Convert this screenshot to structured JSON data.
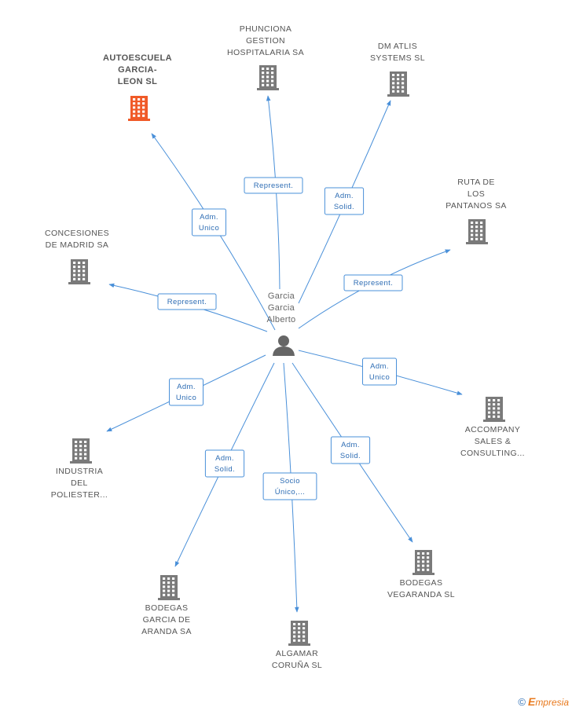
{
  "center": {
    "lines": [
      "Garcia",
      "Garcia",
      "Alberto"
    ],
    "icon": "person-icon"
  },
  "colors": {
    "edge": "#4a90d9",
    "building": "#7a7a7a",
    "building_main": "#f05a28",
    "person": "#666666"
  },
  "nodes": [
    {
      "id": "autoescuela",
      "lines": [
        "AUTOESCUELA",
        "GARCIA-",
        "LEON SL"
      ],
      "main": true,
      "relation": [
        "Adm.",
        "Unico"
      ]
    },
    {
      "id": "phunciona",
      "lines": [
        "PHUNCIONA",
        "GESTION",
        "HOSPITALARIA SA"
      ],
      "relation": [
        "Represent."
      ]
    },
    {
      "id": "dm-atlis",
      "lines": [
        "DM ATLIS",
        "SYSTEMS SL"
      ],
      "relation": [
        "Adm.",
        "Solid."
      ]
    },
    {
      "id": "ruta-pantanos",
      "lines": [
        "RUTA DE",
        "LOS",
        "PANTANOS SA"
      ],
      "relation": [
        "Represent."
      ]
    },
    {
      "id": "concesiones",
      "lines": [
        "CONCESIONES",
        "DE MADRID SA"
      ],
      "relation": [
        "Represent."
      ]
    },
    {
      "id": "accompany",
      "lines": [
        "ACCOMPANY",
        "SALES &",
        "CONSULTING..."
      ],
      "relation": [
        "Adm.",
        "Unico"
      ]
    },
    {
      "id": "industria",
      "lines": [
        "INDUSTRIA",
        "DEL",
        "POLIESTER..."
      ],
      "relation": [
        "Adm.",
        "Unico"
      ]
    },
    {
      "id": "bodegas-vegaranda",
      "lines": [
        "BODEGAS",
        "VEGARANDA SL"
      ],
      "relation": [
        "Adm.",
        "Solid."
      ]
    },
    {
      "id": "bodegas-garcia",
      "lines": [
        "BODEGAS",
        "GARCIA DE",
        "ARANDA SA"
      ],
      "relation": [
        "Adm.",
        "Solid."
      ]
    },
    {
      "id": "algamar",
      "lines": [
        "ALGAMAR",
        "CORUÑA  SL"
      ],
      "relation": [
        "Socio",
        "Único,..."
      ]
    }
  ],
  "footer": {
    "copyright": "©",
    "brand_initial": "E",
    "brand_rest": "mpresia"
  }
}
